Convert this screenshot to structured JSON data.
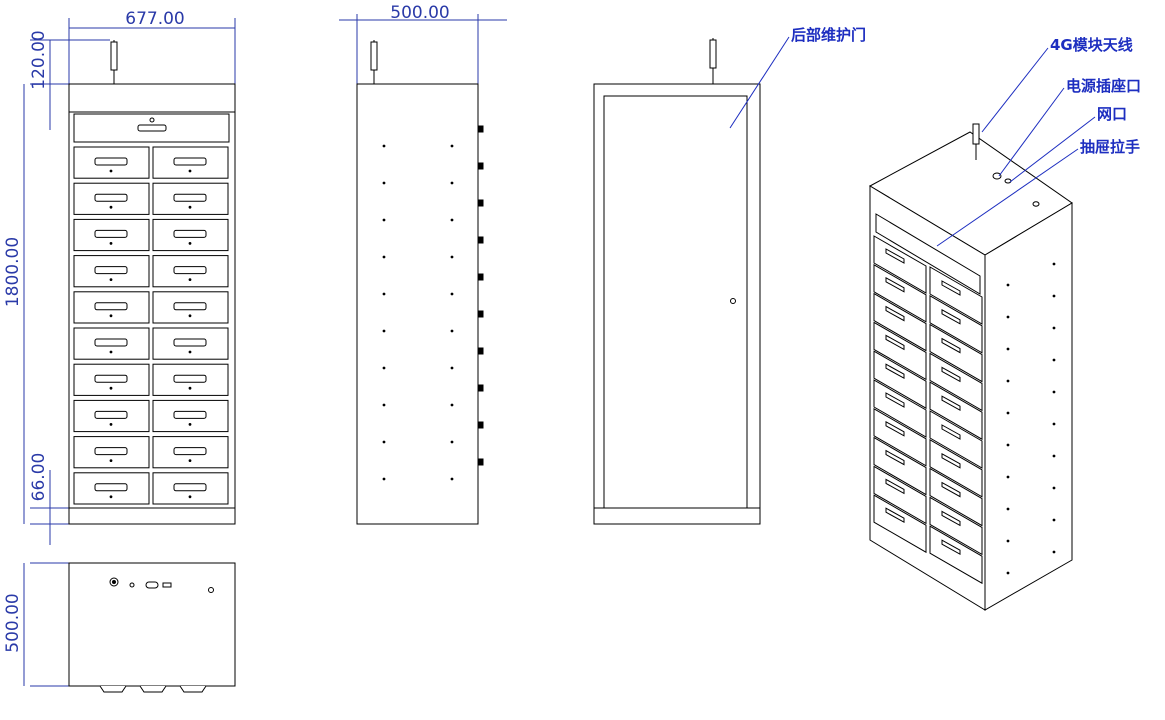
{
  "dimensions": {
    "front_width": "677.00",
    "antenna_height": "120.00",
    "cabinet_height": "1800.00",
    "plinth_height": "66.00",
    "side_depth": "500.00",
    "top_depth": "500.00"
  },
  "callouts": {
    "rear_door": "后部维护门",
    "antenna": "4G模块天线",
    "power_socket": "电源插座口",
    "network_port": "网口",
    "drawer_handle": "抽屉拉手"
  },
  "colors": {
    "line": "#000000",
    "dimension": "#2a3aa8",
    "callout": "#1d2ec0"
  },
  "layout_facts": {
    "drawer_rows": 10,
    "drawer_columns": 2
  }
}
